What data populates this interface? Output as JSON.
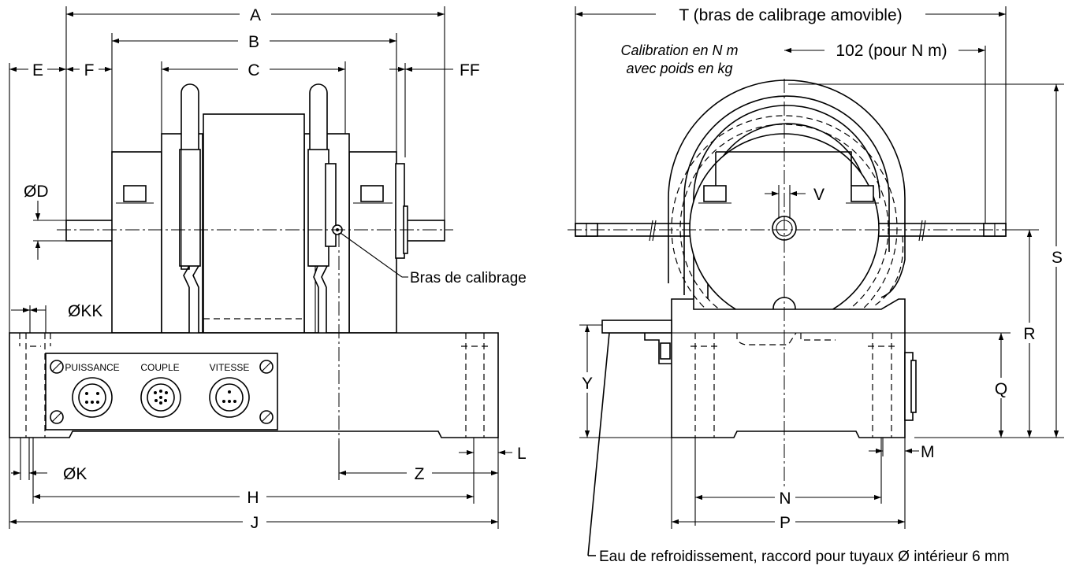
{
  "labels": {
    "A": "A",
    "B": "B",
    "C": "C",
    "E": "E",
    "F": "F",
    "FF": "FF",
    "D": "ØD",
    "KK": "ØKK",
    "K": "ØK",
    "L": "L",
    "Z": "Z",
    "H": "H",
    "J": "J",
    "T": "T (bras de calibrage amovible)",
    "dim102": "102 (pour N m)",
    "V": "V",
    "S": "S",
    "R": "R",
    "Q": "Q",
    "Y": "Y",
    "M": "M",
    "N": "N",
    "P": "P"
  },
  "callouts": {
    "calibration_arm": "Bras de calibrage",
    "cooling_water": "Eau de refroidissement, raccord pour tuyaux Ø intérieur 6 mm",
    "calibration_note_line1": "Calibration en N m",
    "calibration_note_line2": "avec poids en kg"
  },
  "connectors": {
    "power": "PUISSANCE",
    "torque": "COUPLE",
    "speed": "VITESSE"
  }
}
